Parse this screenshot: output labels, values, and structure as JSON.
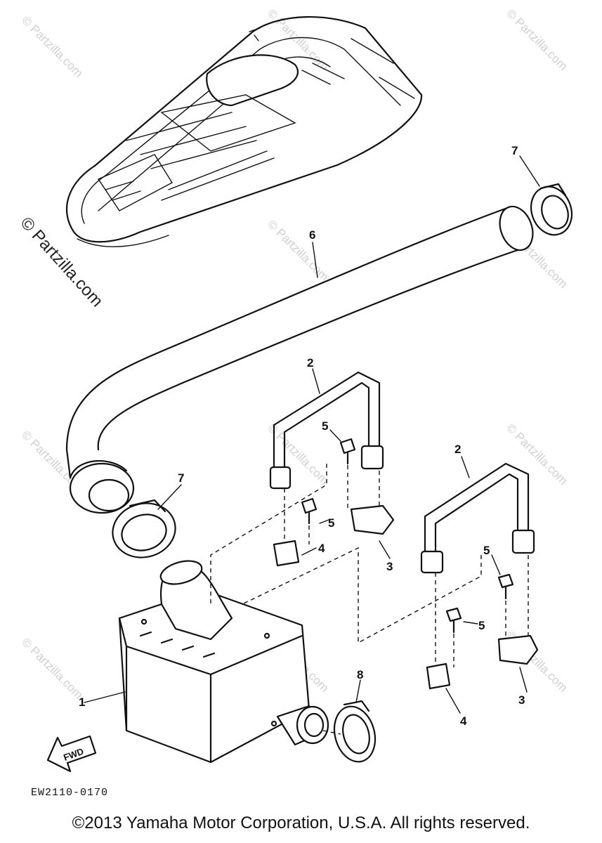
{
  "watermark": "© Partzilla.com",
  "diagram_code": "EW2110-0170",
  "fwd_label": "FWD",
  "callouts": {
    "c1": "1",
    "c2a": "2",
    "c2b": "2",
    "c3a": "3",
    "c3b": "3",
    "c4a": "4",
    "c4b": "4",
    "c5a": "5",
    "c5b": "5",
    "c5c": "5",
    "c5d": "5",
    "c6": "6",
    "c7a": "7",
    "c7b": "7",
    "c8": "8"
  },
  "copyright": "©2013 Yamaha Motor Corporation, U.S.A. All rights reserved."
}
